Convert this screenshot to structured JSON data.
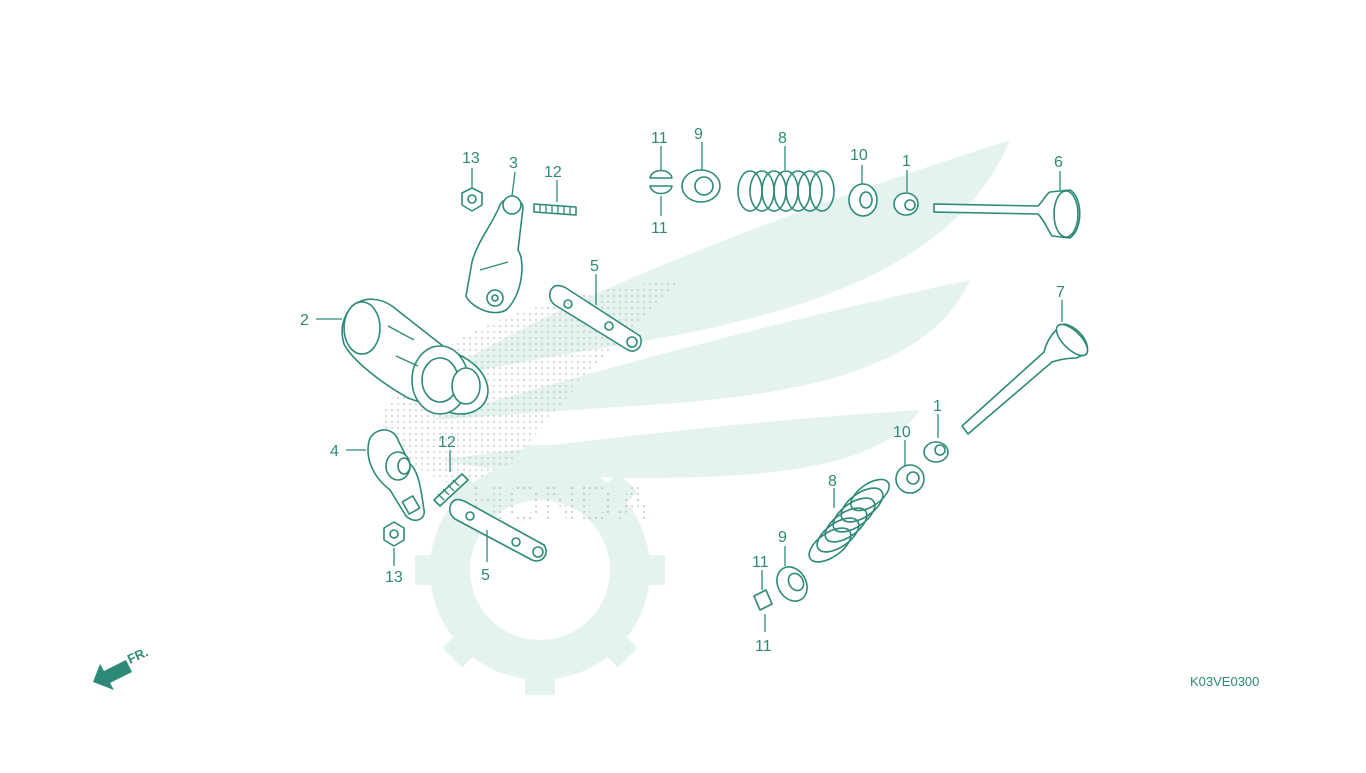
{
  "diagram": {
    "callouts": {
      "c13_top": "13",
      "c3": "3",
      "c12_top": "12",
      "c11_top_a": "11",
      "c11_top_b": "11",
      "c9_top": "9",
      "c8_top": "8",
      "c10_top": "10",
      "c1_top": "1",
      "c6": "6",
      "c2": "2",
      "c5_top": "5",
      "c7": "7",
      "c1_bottom": "1",
      "c10_bottom": "10",
      "c4": "4",
      "c12_bottom": "12",
      "c8_bottom": "8",
      "c9_bottom": "9",
      "c11_bottom_a": "11",
      "c11_bottom_b": "11",
      "c13_bottom": "13",
      "c5_bottom": "5"
    },
    "front_indicator": "FR.",
    "watermark_text": "HONDA",
    "figure_code": "K03VE0300",
    "colors": {
      "line": "#2d8a78",
      "watermark": "#dcefe9",
      "dots": "#b9b9b9"
    }
  }
}
